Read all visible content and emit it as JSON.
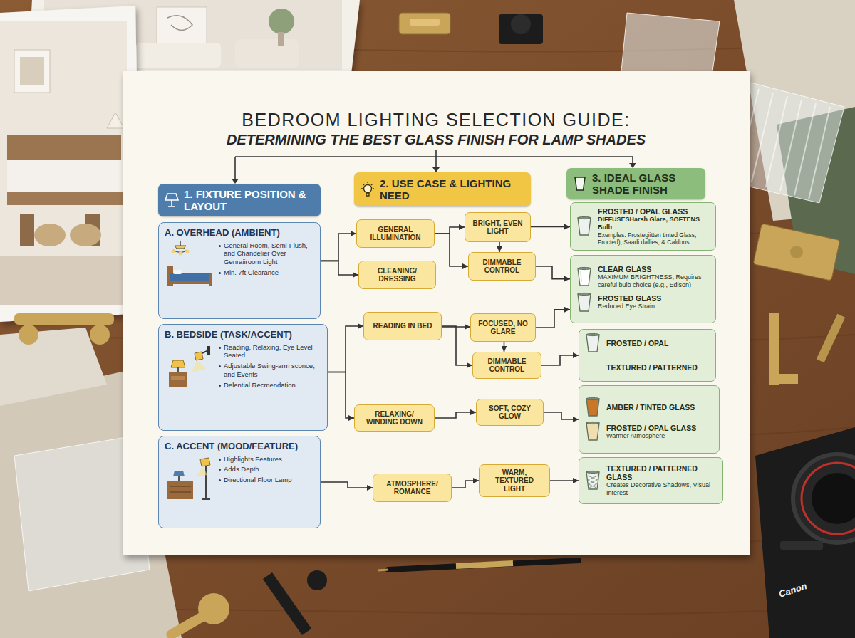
{
  "diagram": {
    "title": "BEDROOM LIGHTING SELECTION GUIDE:",
    "nodes": [
      {
        "text": [
          "1. FIXTURE POSITION & LAYOUT"
        ]
      },
      {
        "text": [
          "2. USE CASE & LIGHTING NEED"
        ]
      },
      {
        "text": [
          "3. IDEAL GLASS SHADE FINISH"
        ]
      },
      {
        "text": [
          "A. OVERHEAD (AMBIENT)",
          "General Room, Semi-Flush, and Chandelier Over Genraiiroom Light",
          "Min. 7ft Clearance"
        ]
      },
      {
        "text": [
          "B. BEDSIDE (TASK/ACCENT)",
          "Reading, Relaxing, Eye Level Seated",
          "Adjustable Swing-arm sconce, and Events",
          "Delential Recmendation"
        ]
      },
      {
        "text": [
          "C. ACCENT (MOOD/FEATURE)",
          "Highlights Features",
          "Adds Depth",
          "Directional Floor Lamp"
        ]
      },
      {
        "text": [
          "GENERAL ILLUMINATION"
        ]
      },
      {
        "text": [
          "BRIGHT, EVEN LIGHT"
        ]
      },
      {
        "text": [
          "CLEANING/ DRESSING"
        ]
      },
      {
        "text": [
          "DIMMABLE CONTROL"
        ]
      },
      {
        "text": [
          "READING IN BED"
        ]
      },
      {
        "text": [
          "FOCUSED, NO GLARE"
        ]
      },
      {
        "text": [
          "DIMMABLE CONTROL"
        ]
      },
      {
        "text": [
          "RELAXING/ WINDING DOWN"
        ]
      },
      {
        "text": [
          "SOFT, COZY GLOW"
        ]
      },
      {
        "text": [
          "ATMOSPHERE/ ROMANCE"
        ]
      },
      {
        "text": [
          "WARM, TEXTURED LIGHT"
        ]
      },
      {
        "text": [
          "FROSTED / OPAL GLASS",
          "DIFFUSESHarsh Glare, SOFTENS Bulb",
          "Exemples: Frostegiitten tinted Glass, Frocted), Saadi dallies, & Caldons"
        ]
      },
      {
        "text": [
          "CLEAR GLASS",
          "MAXIMUM BRIGHTNESS, Requires careful bulb choice (e.g., Edison)",
          "FROSTED GLASS",
          "Reduced Eye Strain"
        ]
      },
      {
        "text": [
          "FROSTED / OPAL",
          "TEXTURED / PATTERNED"
        ]
      },
      {
        "text": [
          "AMBER / TINTED GLASS",
          "FROSTED / OPAL GLASS",
          "Warmer Atmosphere"
        ]
      },
      {
        "text": [
          "TEXTURED / PATTERNED GLASS",
          "Creates Decorative Shadows, Visual Interest"
        ]
      }
    ],
    "edges": [
      {
        "from": 3,
        "to": 6,
        "arrow": "to"
      },
      {
        "from": 3,
        "to": 8,
        "arrow": "to"
      },
      {
        "from": 6,
        "to": 7,
        "arrow": "to"
      },
      {
        "from": 6,
        "to": 9,
        "arrow": "to"
      },
      {
        "from": 7,
        "to": 9,
        "arrow": "to"
      },
      {
        "from": 7,
        "to": 17,
        "arrow": "to"
      },
      {
        "from": 9,
        "to": 18,
        "arrow": "to"
      },
      {
        "from": 4,
        "to": 10,
        "arrow": "to"
      },
      {
        "from": 4,
        "to": 13,
        "arrow": "to"
      },
      {
        "from": 10,
        "to": 11,
        "arrow": "to"
      },
      {
        "from": 10,
        "to": 12,
        "arrow": "to"
      },
      {
        "from": 11,
        "to": 12,
        "arrow": "to"
      },
      {
        "from": 11,
        "to": 18,
        "arrow": "to"
      },
      {
        "from": 12,
        "to": 19,
        "arrow": "to"
      },
      {
        "from": 13,
        "to": 14,
        "arrow": "to"
      },
      {
        "from": 14,
        "to": 20,
        "arrow": "to"
      },
      {
        "from": 5,
        "to": 15,
        "arrow": "to"
      },
      {
        "from": 15,
        "to": 16,
        "arrow": "to"
      },
      {
        "from": 16,
        "to": 21,
        "arrow": "to"
      }
    ],
    "labels": [
      "DETERMINING THE BEST GLASS FINISH FOR LAMP SHADES",
      "Canon"
    ]
  }
}
